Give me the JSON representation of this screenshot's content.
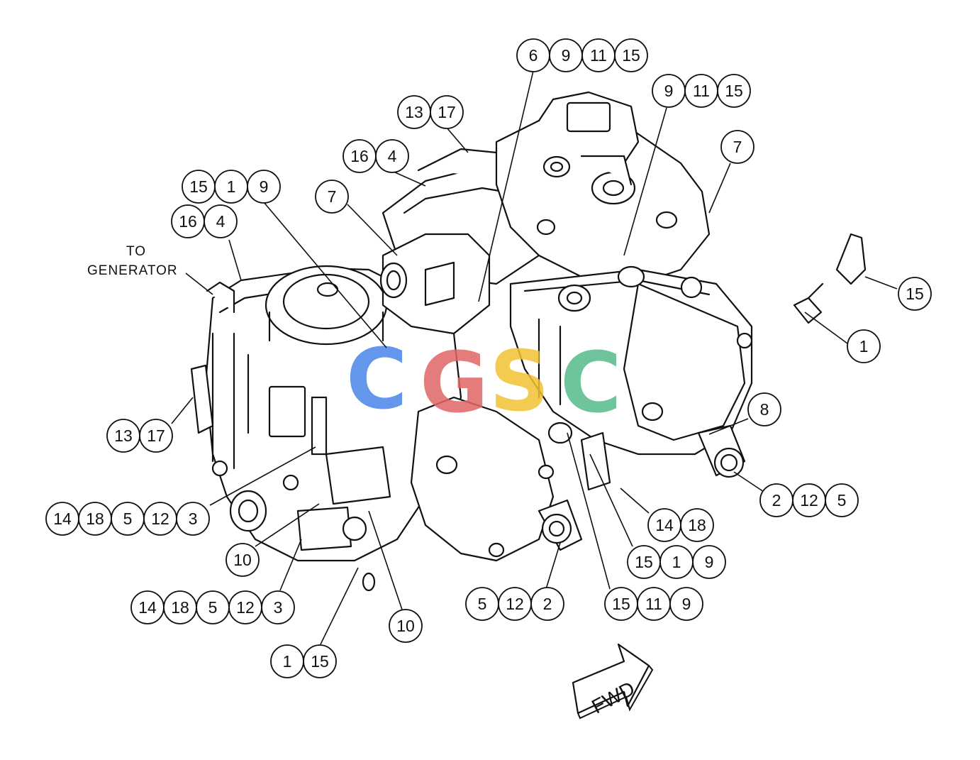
{
  "diagram": {
    "note_label": [
      "TO",
      "GENERATOR"
    ],
    "direction_label": "FWD",
    "watermark": {
      "letters": [
        "C",
        "G",
        "S",
        "C"
      ],
      "colors": [
        "#4a86e8",
        "#e06666",
        "#f1c232",
        "#57bb8a"
      ]
    },
    "callout_groups": [
      {
        "id": "g-6-9-11-15",
        "numbers": [
          "6",
          "9",
          "11",
          "15"
        ]
      },
      {
        "id": "g-9-11-15",
        "numbers": [
          "9",
          "11",
          "15"
        ]
      },
      {
        "id": "g-13-17-top",
        "numbers": [
          "13",
          "17"
        ]
      },
      {
        "id": "g-16-4-top",
        "numbers": [
          "16",
          "4"
        ]
      },
      {
        "id": "g-7-right",
        "numbers": [
          "7"
        ]
      },
      {
        "id": "g-15-1-9-top",
        "numbers": [
          "15",
          "1",
          "9"
        ]
      },
      {
        "id": "g-16-4-left",
        "numbers": [
          "16",
          "4"
        ]
      },
      {
        "id": "g-7-center",
        "numbers": [
          "7"
        ]
      },
      {
        "id": "g-15-right",
        "numbers": [
          "15"
        ]
      },
      {
        "id": "g-1-right",
        "numbers": [
          "1"
        ]
      },
      {
        "id": "g-8",
        "numbers": [
          "8"
        ]
      },
      {
        "id": "g-13-17-left",
        "numbers": [
          "13",
          "17"
        ]
      },
      {
        "id": "g-2-12-5",
        "numbers": [
          "2",
          "12",
          "5"
        ]
      },
      {
        "id": "g-14-18-5-12-3-left",
        "numbers": [
          "14",
          "18",
          "5",
          "12",
          "3"
        ]
      },
      {
        "id": "g-14-18-right",
        "numbers": [
          "14",
          "18"
        ]
      },
      {
        "id": "g-10-left",
        "numbers": [
          "10"
        ]
      },
      {
        "id": "g-15-1-9-bottom",
        "numbers": [
          "15",
          "1",
          "9"
        ]
      },
      {
        "id": "g-14-18-5-12-3-bottom",
        "numbers": [
          "14",
          "18",
          "5",
          "12",
          "3"
        ]
      },
      {
        "id": "g-5-12-2",
        "numbers": [
          "5",
          "12",
          "2"
        ]
      },
      {
        "id": "g-15-11-9",
        "numbers": [
          "15",
          "11",
          "9"
        ]
      },
      {
        "id": "g-10-bottom",
        "numbers": [
          "10"
        ]
      },
      {
        "id": "g-1-15",
        "numbers": [
          "1",
          "15"
        ]
      }
    ]
  }
}
